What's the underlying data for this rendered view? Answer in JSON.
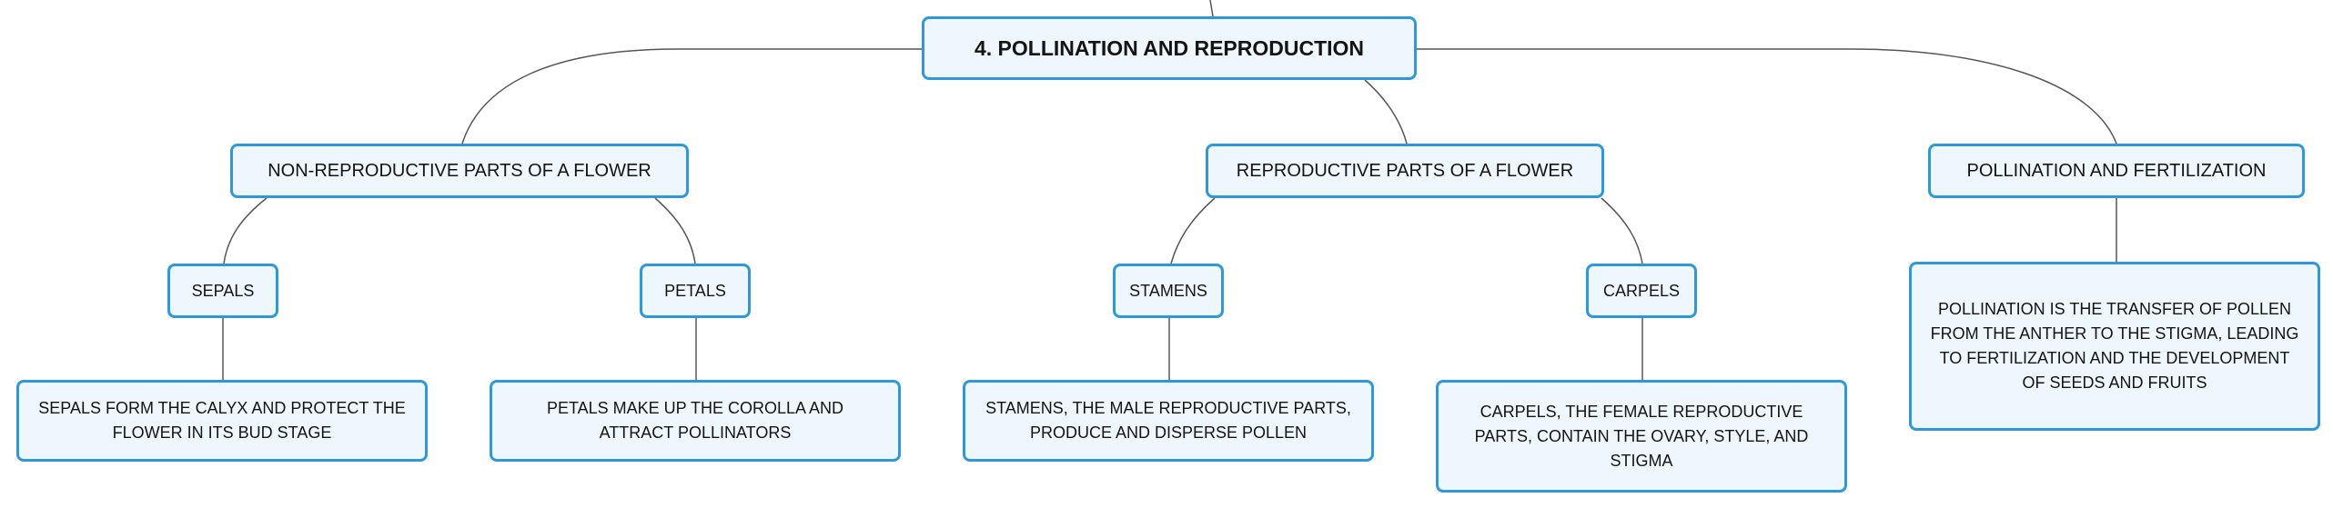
{
  "root": {
    "label": "4. POLLINATION AND REPRODUCTION"
  },
  "branches": {
    "nonrepro": {
      "label": "NON-REPRODUCTIVE PARTS OF A FLOWER",
      "sepals": {
        "label": "SEPALS",
        "note": "SEPALS FORM THE CALYX AND PROTECT THE FLOWER IN ITS BUD STAGE"
      },
      "petals": {
        "label": "PETALS",
        "note": "PETALS MAKE UP THE COROLLA AND ATTRACT POLLINATORS"
      }
    },
    "repro": {
      "label": "REPRODUCTIVE PARTS OF A FLOWER",
      "stamens": {
        "label": "STAMENS",
        "note": "STAMENS, THE MALE REPRODUCTIVE PARTS, PRODUCE AND DISPERSE POLLEN"
      },
      "carpels": {
        "label": "CARPELS",
        "note": "CARPELS, THE FEMALE REPRODUCTIVE PARTS, CONTAIN THE OVARY, STYLE, AND STIGMA"
      }
    },
    "pollination": {
      "label": "POLLINATION AND FERTILIZATION",
      "note": "POLLINATION IS THE TRANSFER OF POLLEN FROM THE ANTHER TO THE STIGMA, LEADING TO FERTILIZATION AND THE DEVELOPMENT OF SEEDS AND FRUITS"
    }
  },
  "colors": {
    "node_border": "#2f98d6",
    "node_fill": "#eef7fd",
    "connector": "#555555",
    "text": "#141414"
  }
}
